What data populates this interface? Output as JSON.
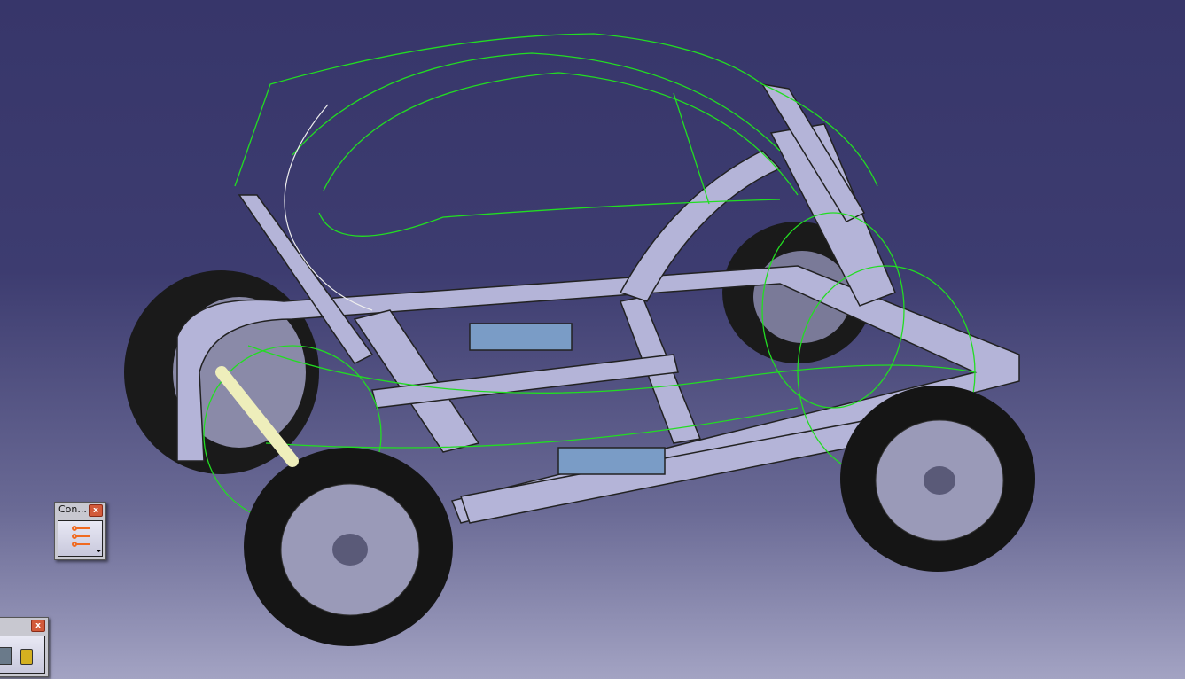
{
  "toolbar_constraint": {
    "title": "Con...",
    "close_label": "x",
    "icon": "constraint-icon"
  },
  "toolbar_bottom": {
    "close_label": "x",
    "icons": [
      "measure-icon",
      "mass-weight-icon"
    ]
  },
  "colors": {
    "background_top": "#37366a",
    "background_bottom": "#a3a3c3",
    "sketch_green": "#22dd22",
    "frame": "#b4b4d8"
  }
}
